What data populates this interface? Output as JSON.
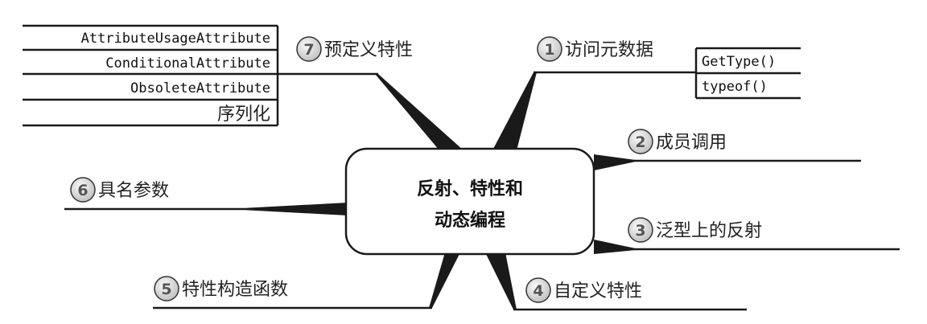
{
  "center": {
    "line1": "反射、特性和",
    "line2": "动态编程"
  },
  "branches": [
    {
      "num": "1",
      "label": "访问元数据",
      "children": [
        "GetType()",
        "typeof()"
      ]
    },
    {
      "num": "2",
      "label": "成员调用"
    },
    {
      "num": "3",
      "label": "泛型上的反射"
    },
    {
      "num": "4",
      "label": "自定义特性"
    },
    {
      "num": "5",
      "label": "特性构造函数"
    },
    {
      "num": "6",
      "label": "具名参数"
    },
    {
      "num": "7",
      "label": "预定义特性",
      "children": [
        "AttributeUsageAttribute",
        "ConditionalAttribute",
        "ObsoleteAttribute",
        "序列化"
      ]
    }
  ]
}
